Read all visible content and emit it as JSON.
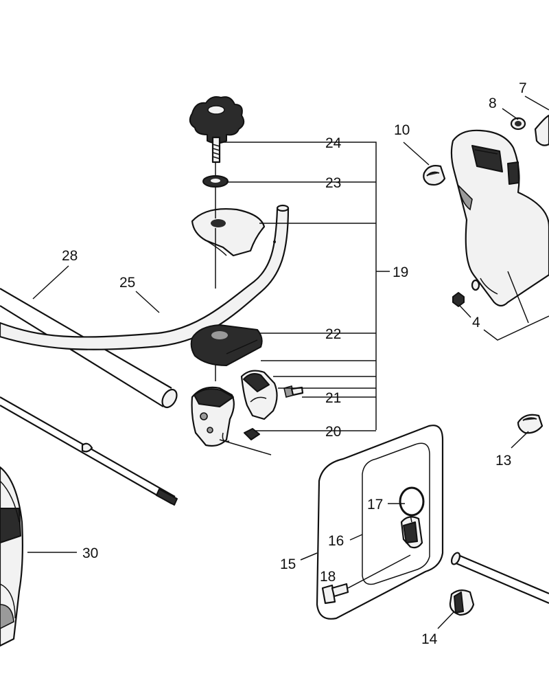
{
  "labels": {
    "l4": "4",
    "l7": "7",
    "l8": "8",
    "l10": "10",
    "l13": "13",
    "l14": "14",
    "l15": "15",
    "l16": "16",
    "l17": "17",
    "l18": "18",
    "l19": "19",
    "l20": "20",
    "l21": "21",
    "l22": "22",
    "l23": "23",
    "l24": "24",
    "l25": "25",
    "l28": "28",
    "l30": "30"
  },
  "colors": {
    "line": "#111111",
    "fill_light": "#f2f2f2",
    "fill_dark": "#2b2b2b",
    "fill_mid": "#9a9a9a",
    "background": "#ffffff"
  }
}
